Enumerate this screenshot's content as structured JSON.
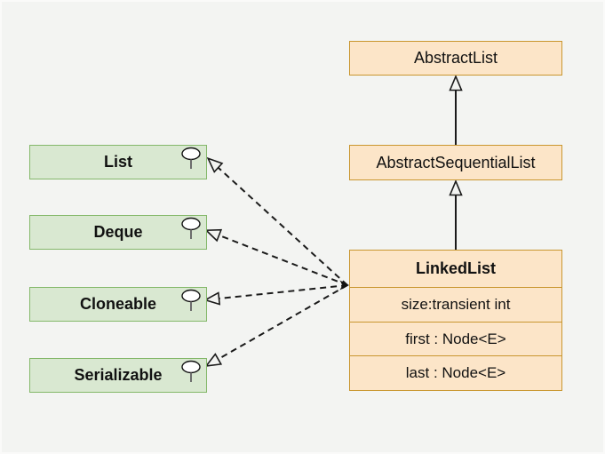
{
  "diagram": {
    "classes": {
      "abstract_list": {
        "label": "AbstractList"
      },
      "abstract_sequential_list": {
        "label": "AbstractSequentialList"
      },
      "linked_list": {
        "title": "LinkedList",
        "fields": [
          "size:transient int",
          "first : Node<E>",
          "last : Node<E>"
        ]
      }
    },
    "interfaces": [
      {
        "label": "List"
      },
      {
        "label": "Deque"
      },
      {
        "label": "Cloneable"
      },
      {
        "label": "Serializable"
      }
    ],
    "relations": [
      {
        "from": "AbstractSequentialList",
        "to": "AbstractList",
        "type": "extends",
        "style": "solid-hollow-arrow"
      },
      {
        "from": "LinkedList",
        "to": "AbstractSequentialList",
        "type": "extends",
        "style": "solid-hollow-arrow"
      },
      {
        "from": "LinkedList",
        "to": "List",
        "type": "implements",
        "style": "dashed-hollow-arrow"
      },
      {
        "from": "LinkedList",
        "to": "Deque",
        "type": "implements",
        "style": "dashed-hollow-arrow"
      },
      {
        "from": "LinkedList",
        "to": "Cloneable",
        "type": "implements",
        "style": "dashed-hollow-arrow"
      },
      {
        "from": "LinkedList",
        "to": "Serializable",
        "type": "implements",
        "style": "dashed-hollow-arrow"
      }
    ],
    "colors": {
      "background": "#F3F4F2",
      "class_fill": "#FCE5C8",
      "class_border": "#C9962F",
      "interface_fill": "#D9E8D1",
      "interface_border": "#84B86A",
      "line": "#1A1A1A"
    },
    "icons": {
      "interface_marker": "lollipop-pin-icon"
    }
  }
}
